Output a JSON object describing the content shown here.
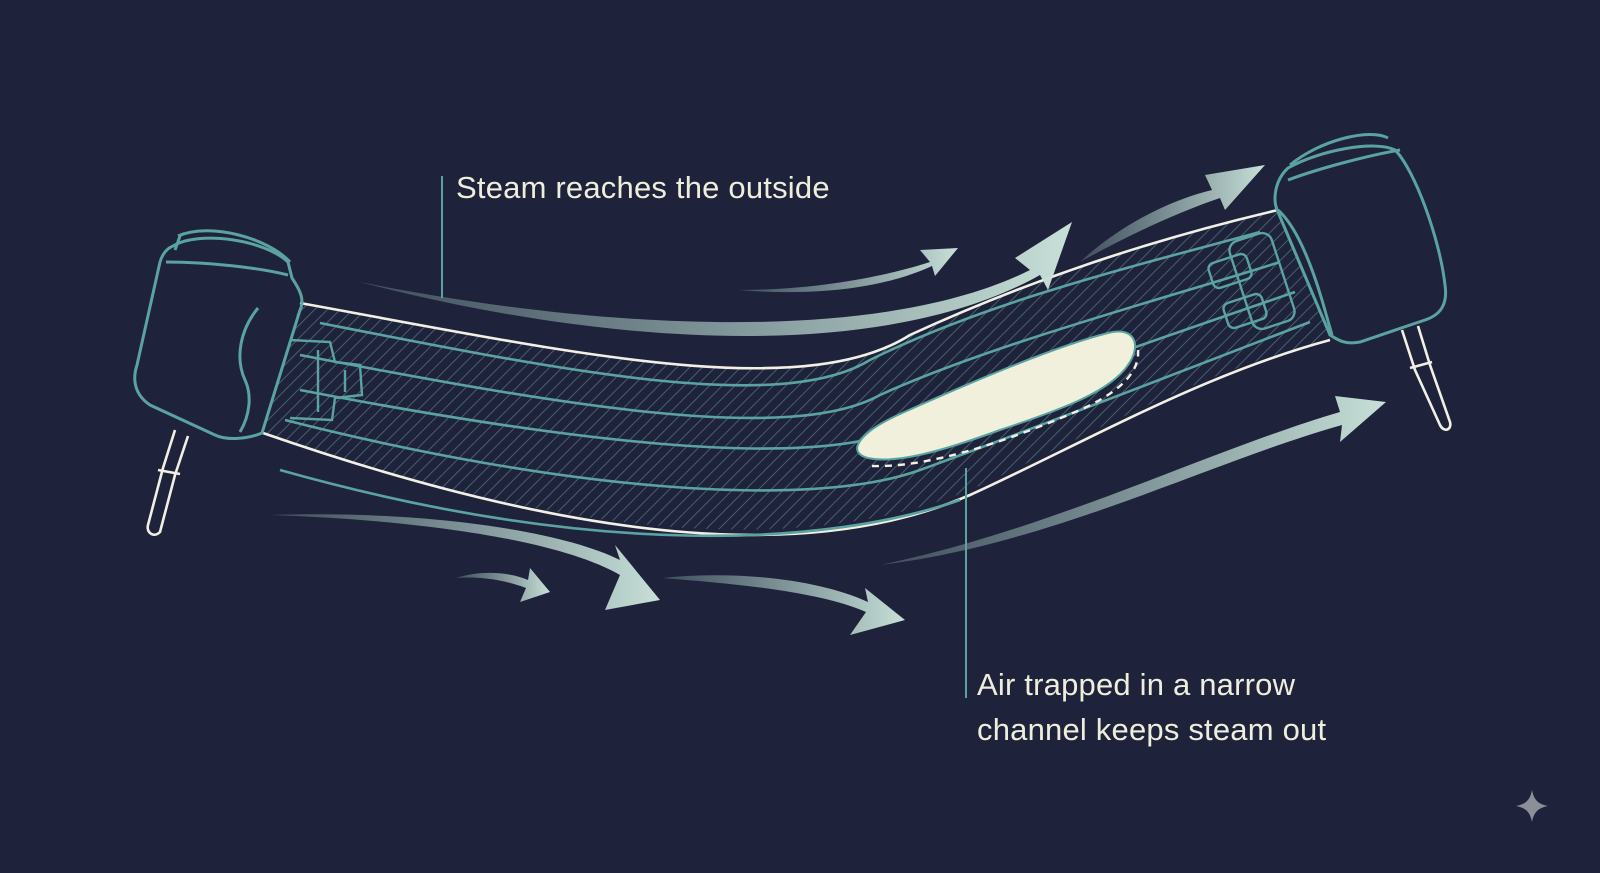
{
  "annotations": {
    "outside": "Steam reaches the outside",
    "trapped_line1": "Air trapped in a narrow",
    "trapped_line2": "channel keeps steam out"
  },
  "colors": {
    "background": "#1e233b",
    "outline_teal": "#5aa3a0",
    "wall_white": "#f2f0e4",
    "steam_flow": "#a9cdc6",
    "air_pocket": "#f1f0dc",
    "text": "#eeeedc",
    "sparkle": "#8a8f99"
  },
  "icons": {
    "corner_mark": "sparkle-icon"
  }
}
